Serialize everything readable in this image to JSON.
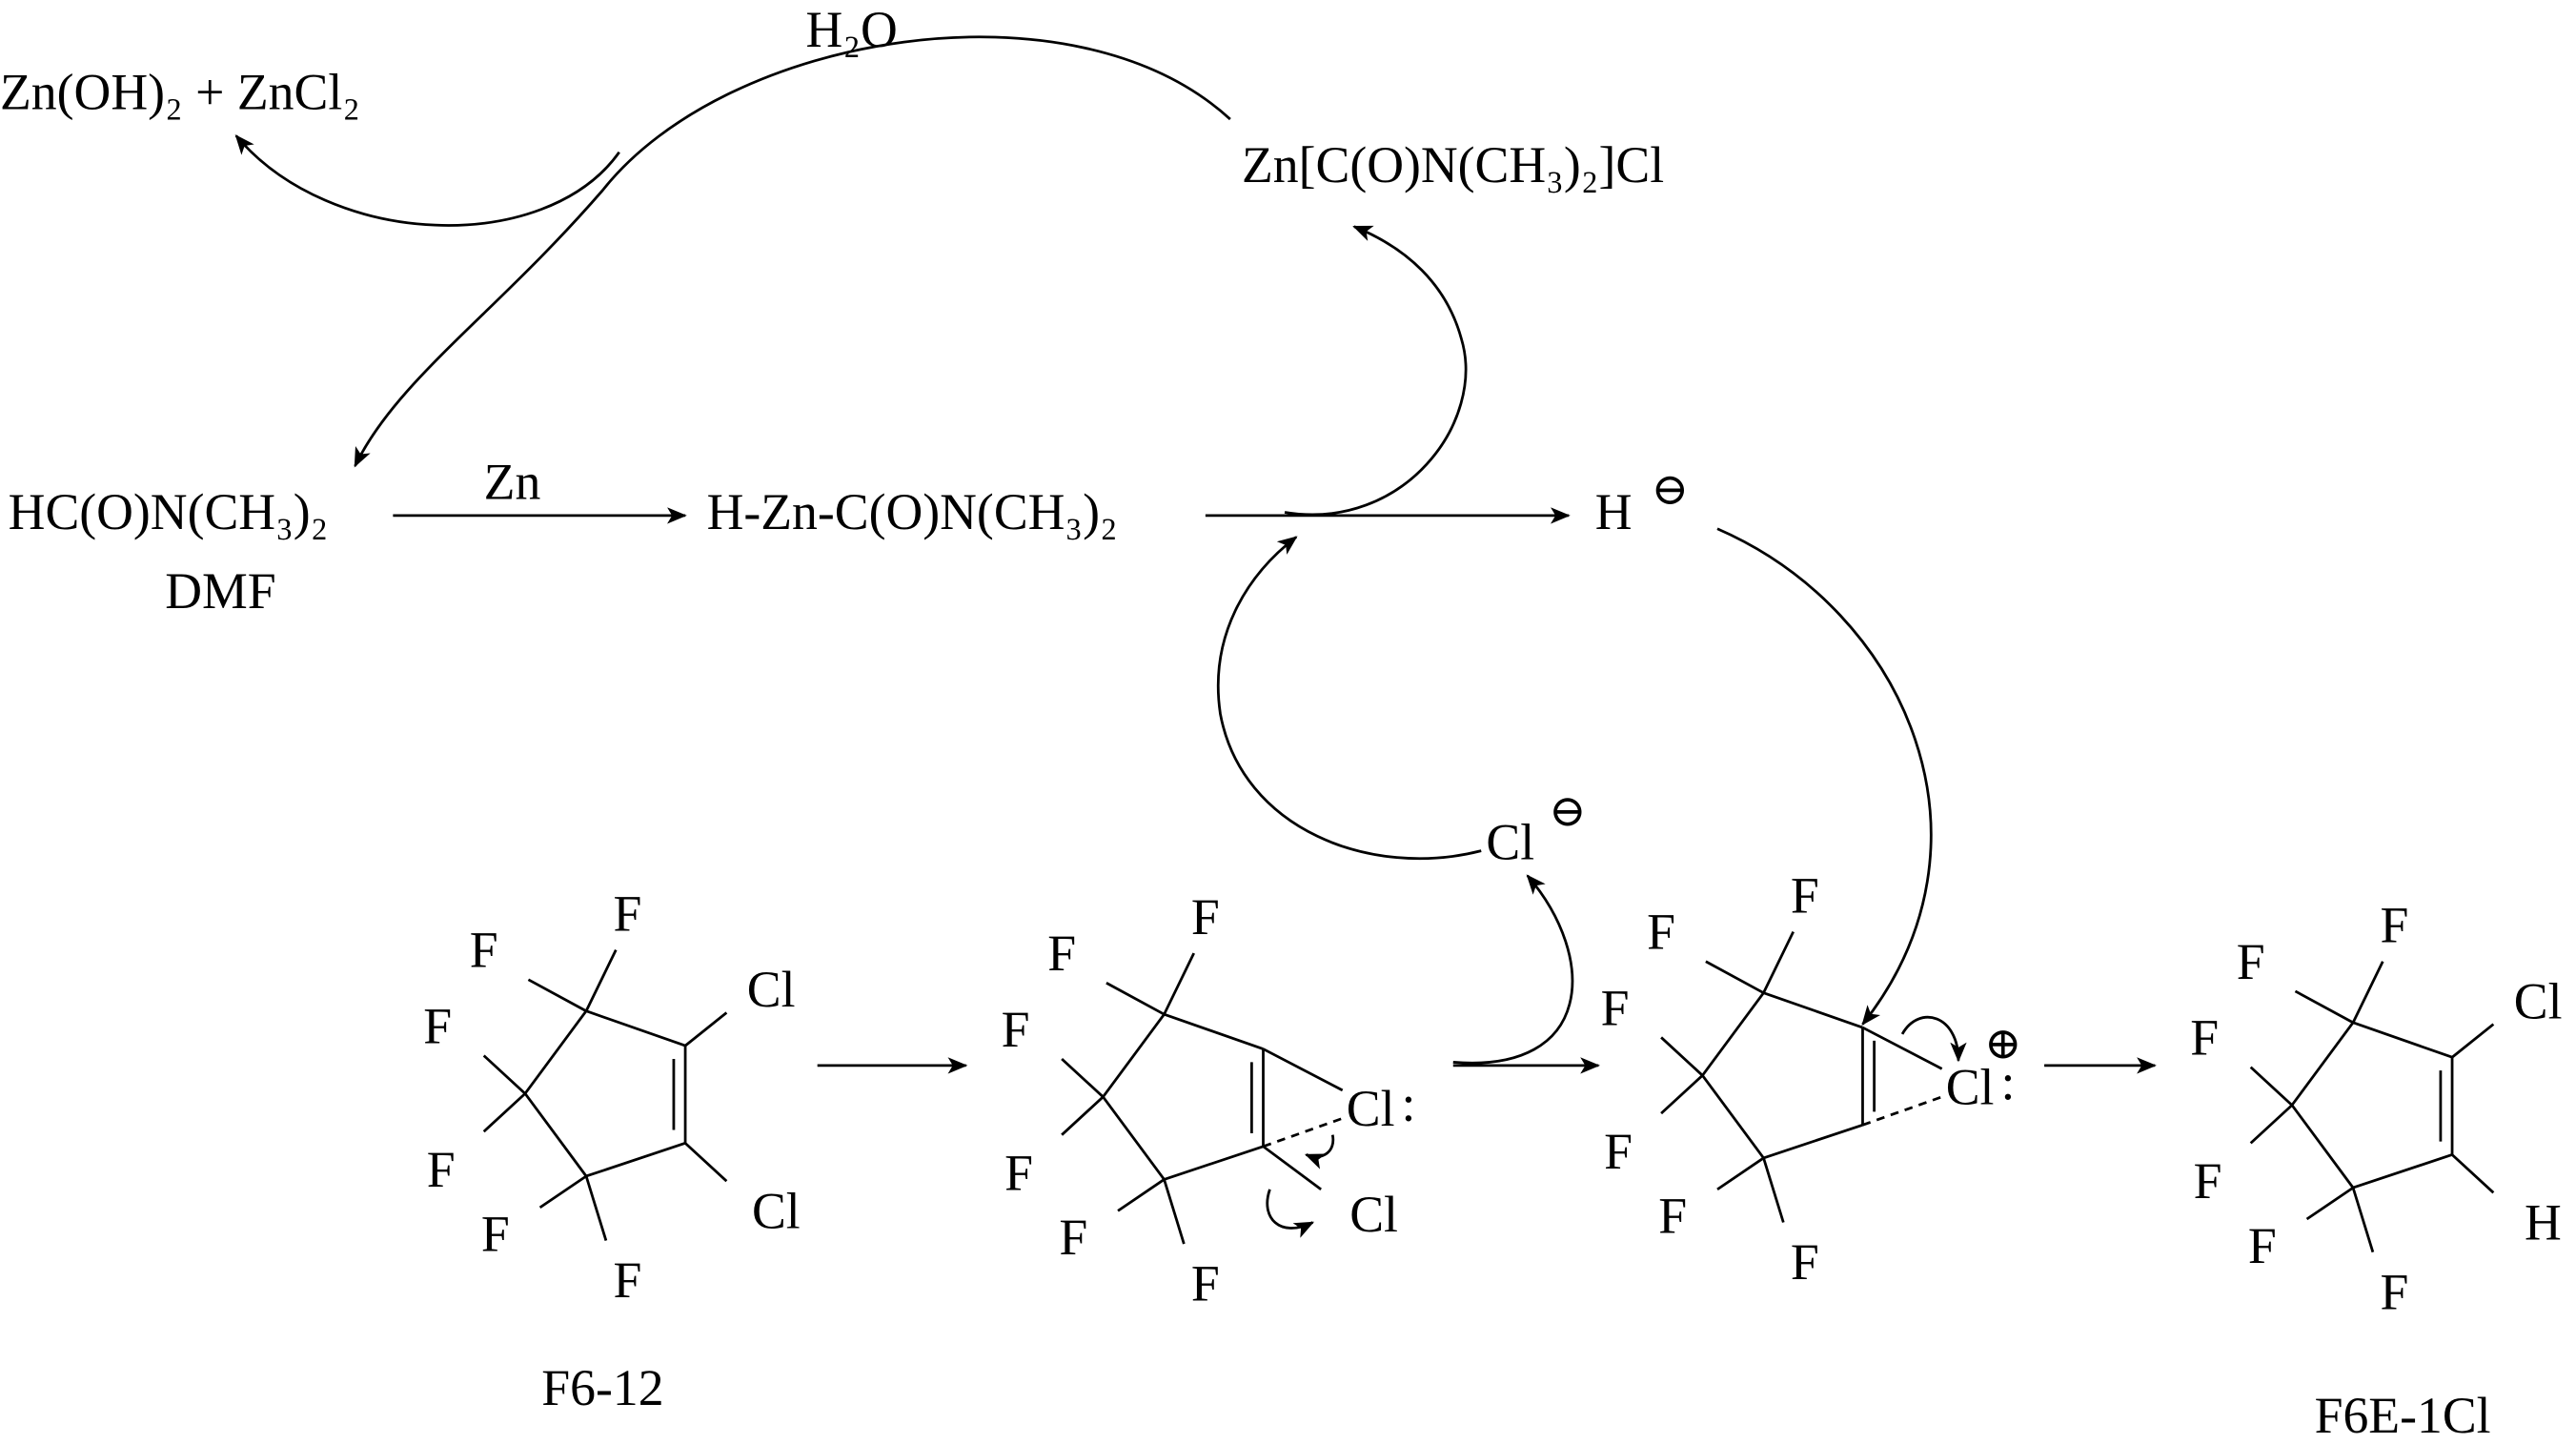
{
  "reaction": {
    "products_top": "Zn(OH)₂ + ZnCl₂",
    "water": "H₂O",
    "zn_carbamoyl_chloride": "Zn[C(O)N(CH₃)₂]Cl",
    "dmf_formula": "HC(O)N(CH₃)₂",
    "dmf_label": "DMF",
    "reagent_zn": "Zn",
    "intermediate": "H-Zn-C(O)N(CH₃)₂",
    "hydride": "H",
    "hydride_charge": "⊖",
    "chloride": "Cl",
    "chloride_charge": "⊖"
  },
  "molecules": [
    {
      "name": "F6-12",
      "label": "F6-12",
      "fluorines": [
        "F",
        "F",
        "F",
        "F",
        "F",
        "F"
      ],
      "sub_top": "Cl",
      "sub_bottom": "Cl"
    },
    {
      "name": "intermediate-1",
      "fluorines": [
        "F",
        "F",
        "F",
        "F",
        "F",
        "F"
      ],
      "bridge": "Cl",
      "bridge_lone_pair": ":",
      "leaving": "Cl"
    },
    {
      "name": "chloronium",
      "fluorines": [
        "F",
        "F",
        "F",
        "F",
        "F",
        "F"
      ],
      "bridge": "Cl",
      "bridge_lone_pair": ":",
      "charge": "⊕"
    },
    {
      "name": "F6E-1Cl",
      "label": "F6E-1Cl",
      "fluorines": [
        "F",
        "F",
        "F",
        "F",
        "F",
        "F"
      ],
      "sub_top": "Cl",
      "sub_bottom": "H"
    }
  ]
}
